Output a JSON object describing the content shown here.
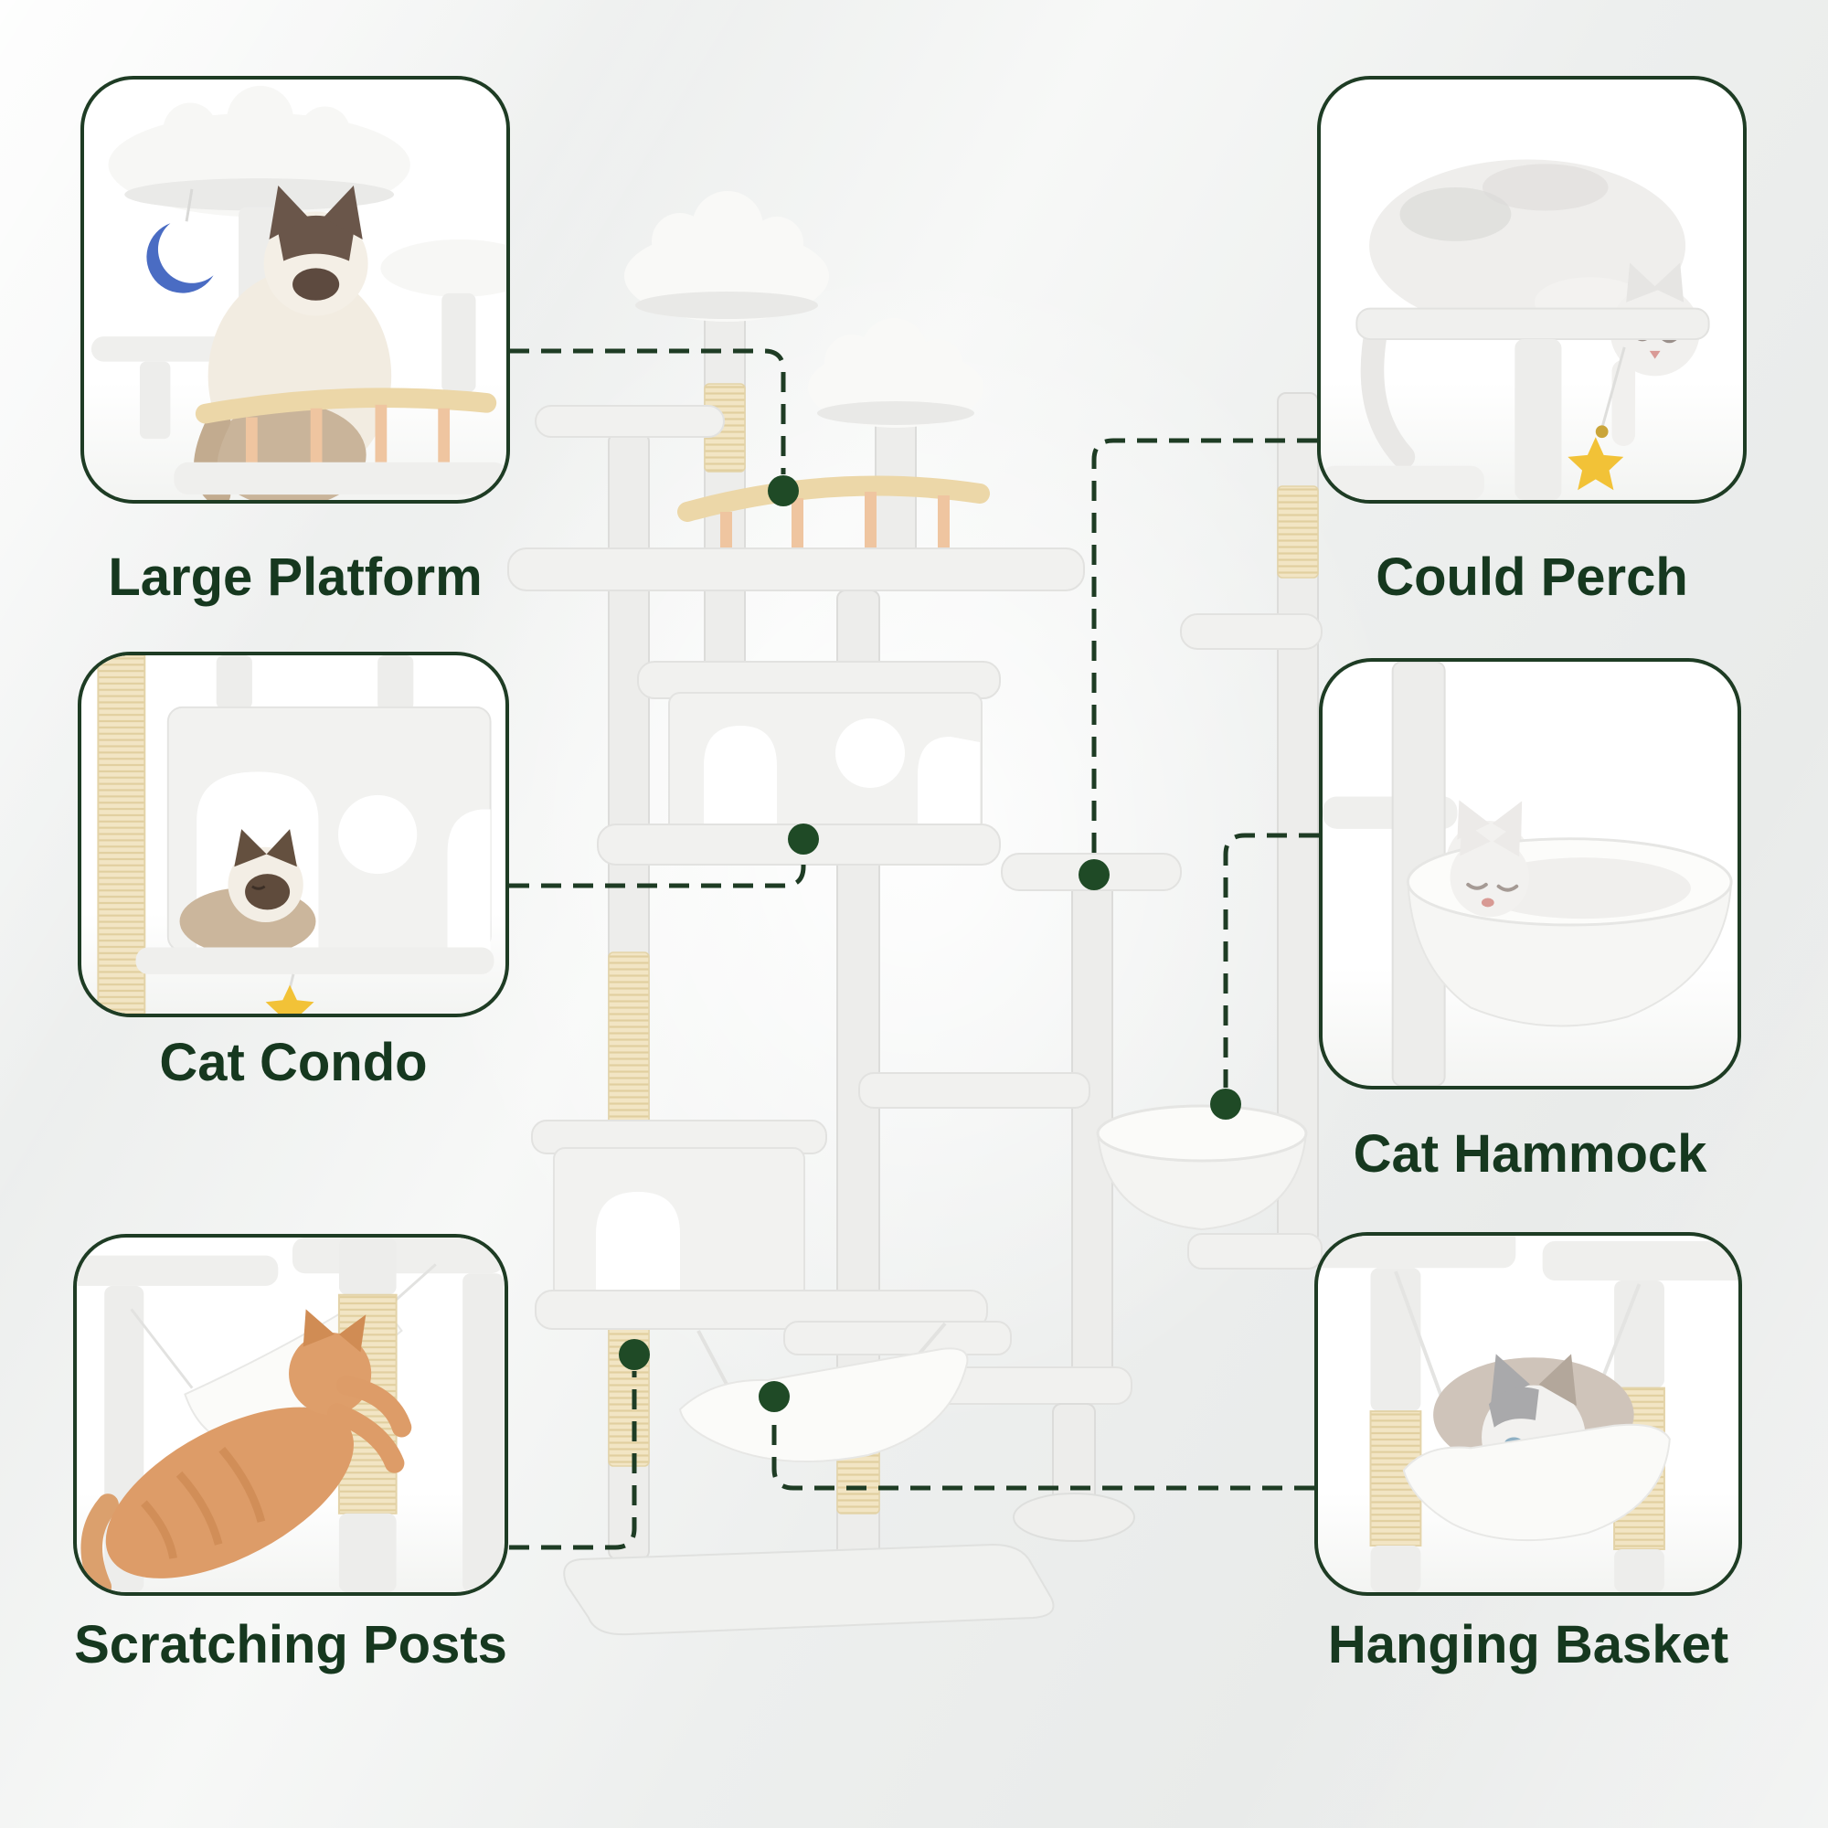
{
  "page": {
    "type": "product-feature-infographic",
    "subject": "cloud-style cat tree tower",
    "background_color": "#edefee",
    "accent_green": "#1e3c24",
    "label_text_color": "#16381f",
    "dot_color": "#1f4a26"
  },
  "features": [
    {
      "id": "large-platform",
      "label": "Large Platform",
      "corner": "top-left",
      "callout_target": "wooden balustrade platform on upper tier"
    },
    {
      "id": "could-perch",
      "label": "Could Perch",
      "corner": "top-right",
      "callout_target": "small perch platform on right pole"
    },
    {
      "id": "cat-condo",
      "label": "Cat Condo",
      "corner": "middle-left",
      "callout_target": "plush condo house with arch doors and round window"
    },
    {
      "id": "cat-hammock",
      "label": "Cat Hammock",
      "corner": "middle-right",
      "callout_target": "round hanging hammock bowl on pole"
    },
    {
      "id": "scratching-posts",
      "label": "Scratching Posts",
      "corner": "bottom-left",
      "callout_target": "sisal-wrapped scratching post near base"
    },
    {
      "id": "hanging-basket",
      "label": "Hanging Basket",
      "corner": "bottom-right",
      "callout_target": "fabric basket slung between posts above base"
    }
  ],
  "materials": {
    "plush": "#ededeb",
    "cloud_white": "#f9f9f7",
    "sisal": "#f2e5c4",
    "wood": "#ecd7a8",
    "wood_peg": "#efc5a0",
    "moon_toy_blue": "#4a6cc3",
    "star_toy_yellow": "#f2c237"
  }
}
